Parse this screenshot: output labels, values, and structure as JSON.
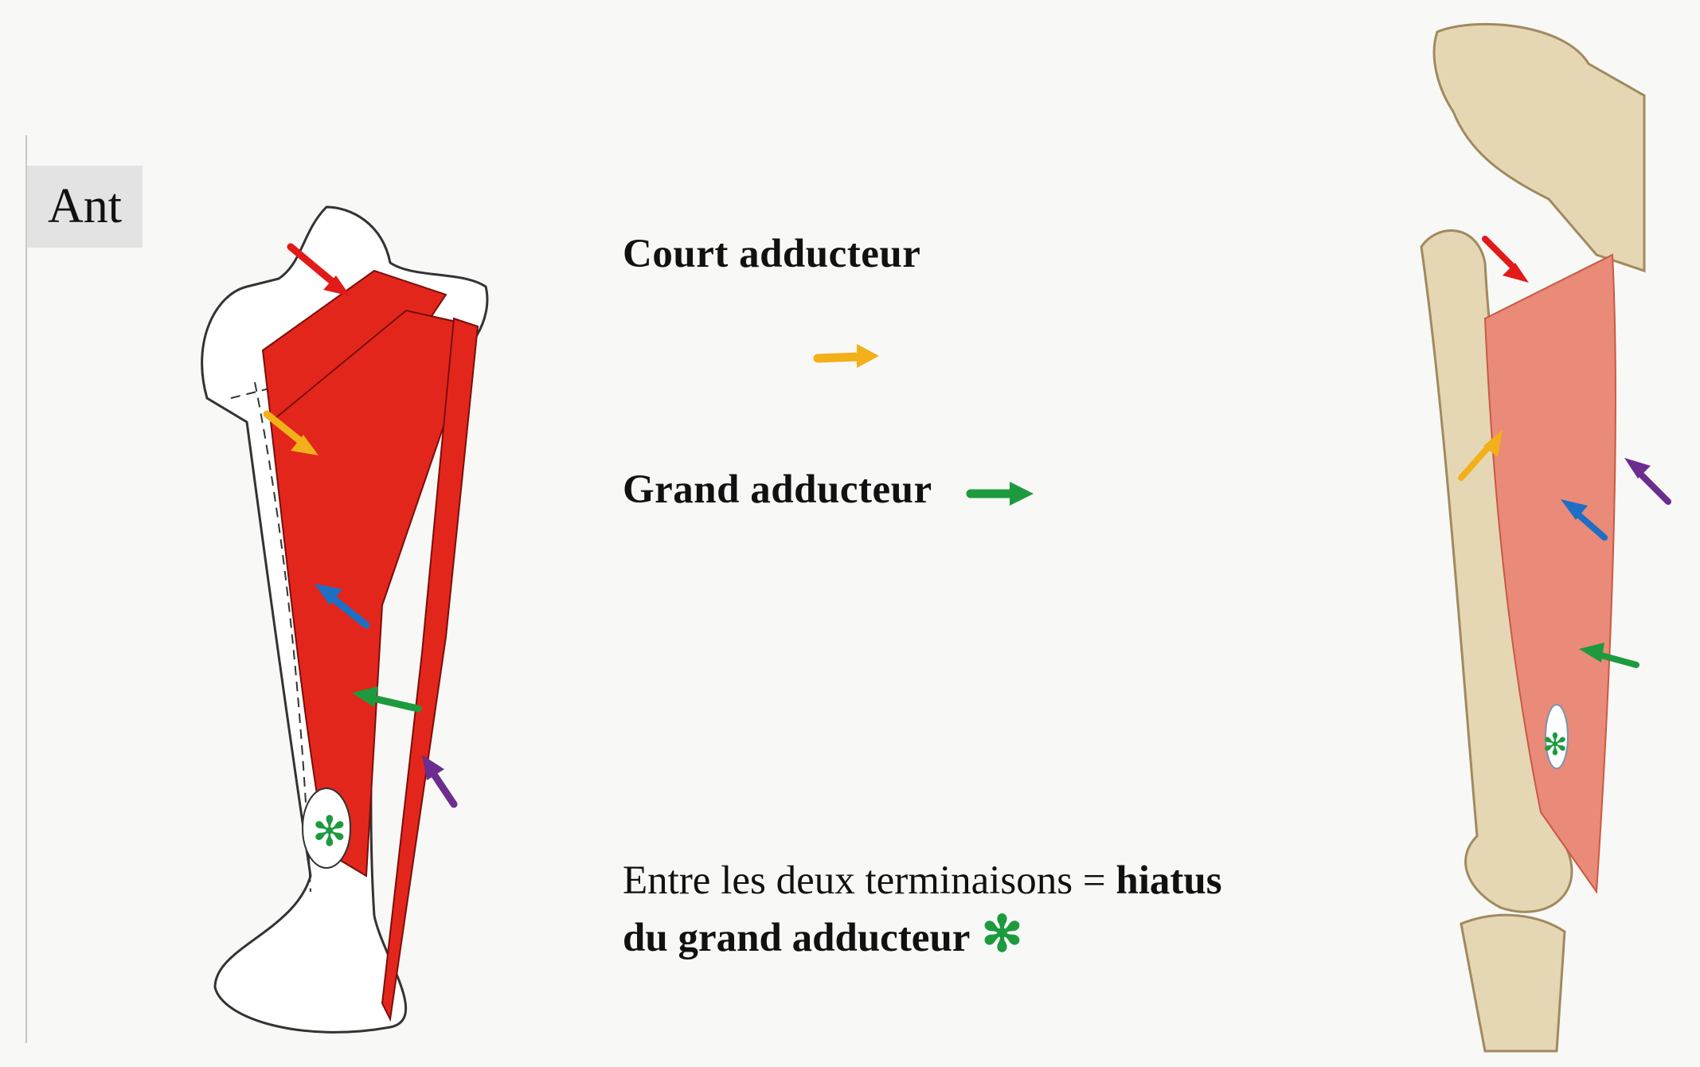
{
  "view_tag": "Ant",
  "labels": {
    "court": "Court adducteur",
    "grand": "Grand adducteur"
  },
  "note": {
    "line1_plain": "Entre les deux terminaisons = ",
    "line1_bold": "hiatus",
    "line2_bold": "du grand adducteur",
    "symbol": "✻"
  },
  "colors": {
    "red": "#e11a1a",
    "orange": "#f3b01a",
    "green": "#1e9a3e",
    "blue": "#1e6fc4",
    "purple": "#6b2d8f",
    "muscle": "#e3261c",
    "muscle_light": "#ea8a78",
    "bone": "#e6d7b4"
  }
}
